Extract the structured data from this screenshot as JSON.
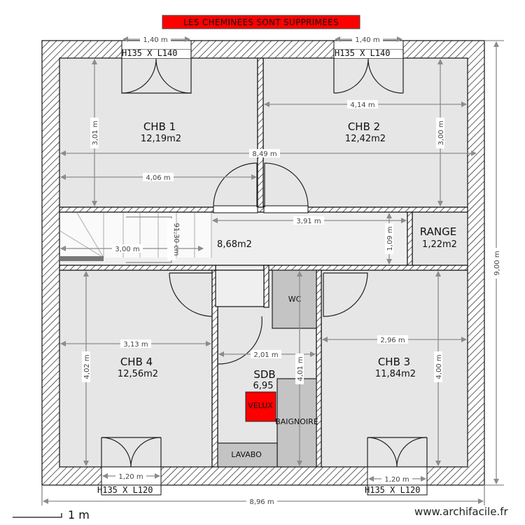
{
  "banner": {
    "text": "LES CHEMINEES SONT SUPPRIMEES",
    "bg_color": "#ff0000"
  },
  "rooms": {
    "chb1": {
      "name": "CHB 1",
      "area": "12,19m2"
    },
    "chb2": {
      "name": "CHB 2",
      "area": "12,42m2"
    },
    "hall": {
      "name": "",
      "area": "8,68m2"
    },
    "range": {
      "name": "RANGE",
      "area": "1,22m2"
    },
    "chb4": {
      "name": "CHB 4",
      "area": "12,56m2"
    },
    "chb3": {
      "name": "CHB 3",
      "area": "11,84m2"
    },
    "sdb": {
      "name": "SDB",
      "area": "6,95"
    },
    "wc": {
      "name": "WC"
    }
  },
  "fixtures": {
    "velux": {
      "label": "VELUX",
      "color": "#ff0000"
    },
    "baignoire": {
      "label": "BAIGNOIRE"
    },
    "lavabo": {
      "label": "LAVABO"
    }
  },
  "windows": {
    "top_left": {
      "label": "H135  X L140",
      "width": "1,40 m"
    },
    "top_right": {
      "label": "H135  X L140",
      "width": "1,40 m"
    },
    "bottom_left": {
      "label": "H135  X L120",
      "width": "1,20 m"
    },
    "bottom_right": {
      "label": "H135  X L120",
      "width": "1,20 m"
    }
  },
  "dimensions": {
    "chb1_height": "3,01 m",
    "chb2_height": "3,00 m",
    "chb2_width": "4,14 m",
    "upper_total_width": "8,49 m",
    "chb1_width": "4,06 m",
    "hall_width": "3,91 m",
    "hall_height": "1,09 m",
    "stair_length": "3,00 m",
    "stair_width": "91,30 cm",
    "chb4_width": "3,13 m",
    "chb4_height": "4,02 m",
    "sdb_width": "2,01 m",
    "sdb_height": "4,01 m",
    "chb3_width": "2,96 m",
    "chb3_height": "4,00 m",
    "total_width": "8,96 m",
    "total_height": "9,00 m"
  },
  "scale": {
    "label": "1 m"
  },
  "footer": {
    "brand": "www.archifacile.fr"
  }
}
